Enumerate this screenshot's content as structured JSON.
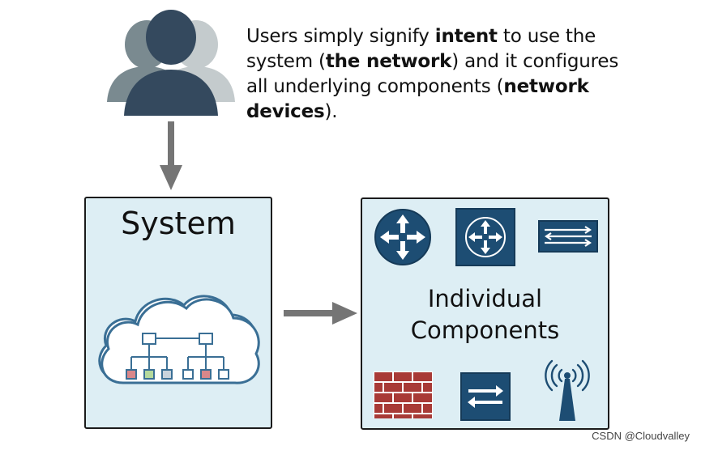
{
  "caption": {
    "p1": "Users simply signify ",
    "b1": "intent",
    "p2": " to use the system (",
    "b2": "the network",
    "p3": ") and it configures all underlying components (",
    "b3": "network devices",
    "p4": ")."
  },
  "system": {
    "title": "System"
  },
  "components": {
    "line1": "Individual",
    "line2": "Components"
  },
  "watermark": "CSDN @Cloudvalley",
  "colors": {
    "box_fill": "#ddeef4",
    "navy": "#1d4d73",
    "cloud_stroke": "#3a6f95",
    "arrow": "#757575",
    "user_front": "#34495e",
    "user_back_left": "#7a8a90",
    "user_back_right": "#c4cbcd",
    "brick": "#a83a36"
  },
  "icons": [
    "users-group-icon",
    "cloud-network-icon",
    "router-circle-icon",
    "router-square-icon",
    "switch-icon",
    "firewall-icon",
    "l2-switch-icon",
    "wireless-tower-icon"
  ]
}
